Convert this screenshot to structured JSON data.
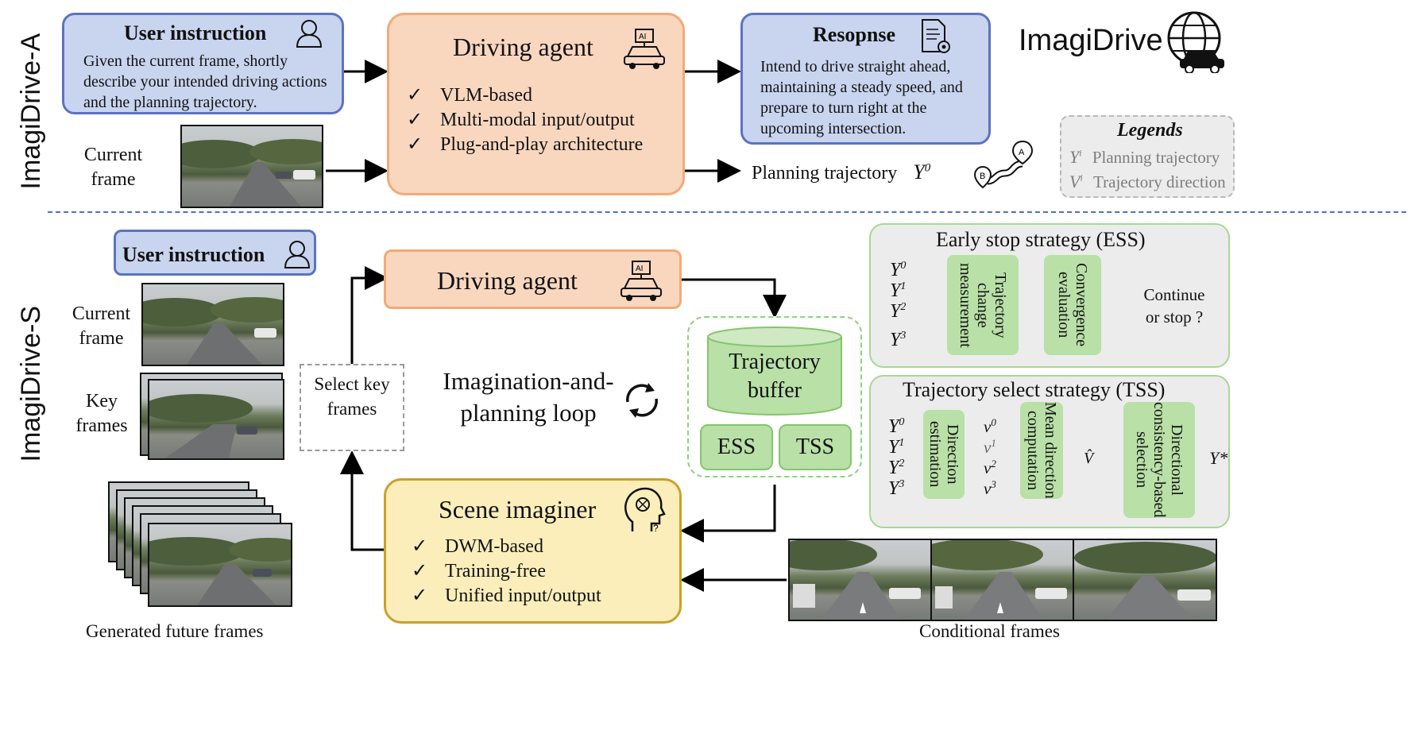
{
  "brand": "ImagiDrive",
  "sections": {
    "top_label": "ImagiDrive-A",
    "bottom_label": "ImagiDrive-S"
  },
  "top": {
    "user_instruction": {
      "title": "User instruction",
      "text": "Given the current frame, shortly describe your intended driving actions and the planning trajectory."
    },
    "current_frame_label": "Current frame",
    "agent": {
      "title": "Driving agent",
      "features": [
        "VLM-based",
        "Multi-modal input/output",
        "Plug-and-play architecture"
      ]
    },
    "response": {
      "title": "Resopnse",
      "text": "Intend to drive straight ahead, maintaining a steady speed, and prepare to turn right at the upcoming intersection."
    },
    "planning_label": "Planning trajectory",
    "planning_symbol": "Y",
    "planning_sup": "0",
    "legends": {
      "title": "Legends",
      "items": [
        {
          "sym": "Y",
          "sup": "i",
          "label": "Planning trajectory"
        },
        {
          "sym": "V",
          "sup": "i",
          "label": "Trajectory direction"
        }
      ]
    }
  },
  "bottom": {
    "user_instruction_title": "User instruction",
    "current_frame_label": "Current frame",
    "key_frames_label": "Key frames",
    "generated_label": "Generated future frames",
    "select_label": "Select key frames",
    "agent_title": "Driving agent",
    "loop_label": "Imagination-and-planning loop",
    "buffer_label": "Trajectory buffer",
    "ess_short": "ESS",
    "tss_short": "TSS",
    "imaginer": {
      "title": "Scene imaginer",
      "features": [
        "DWM-based",
        "Training-free",
        "Unified input/output"
      ]
    },
    "conditional_label": "Conditional frames",
    "ess": {
      "title": "Early stop strategy (ESS)",
      "inputs": [
        "0",
        "1",
        "2",
        "3"
      ],
      "cell1": "Trajectory change measurement",
      "cell2": "Convergence evaluation",
      "output": "Continue or stop ?"
    },
    "tss": {
      "title": "Trajectory select strategy (TSS)",
      "inputs": [
        "0",
        "1",
        "2",
        "3"
      ],
      "cell1": "Direction estimation",
      "cell2": "Mean direction computation",
      "cell3": "Directional consistency-based selection",
      "vhat": "V̂",
      "ystar": "Y*"
    }
  }
}
